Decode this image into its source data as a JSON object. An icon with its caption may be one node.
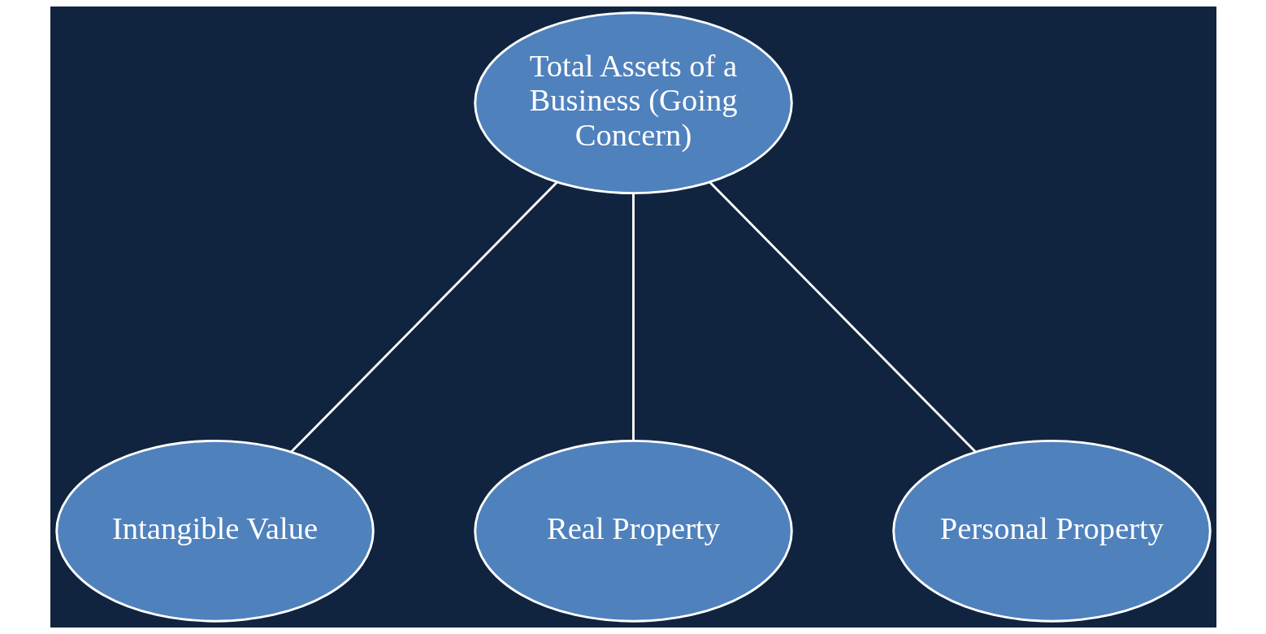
{
  "diagram": {
    "nodes": [
      {
        "text": [
          "Total Assets of a Business (Going Concern)"
        ]
      },
      {
        "text": [
          "Intangible Value"
        ]
      },
      {
        "text": [
          "Real Property"
        ]
      },
      {
        "text": [
          "Personal Property"
        ]
      }
    ],
    "edges": [
      {
        "from": 0,
        "to": 1,
        "arrow": "none"
      },
      {
        "from": 0,
        "to": 2,
        "arrow": "none"
      },
      {
        "from": 0,
        "to": 3,
        "arrow": "none"
      }
    ]
  }
}
